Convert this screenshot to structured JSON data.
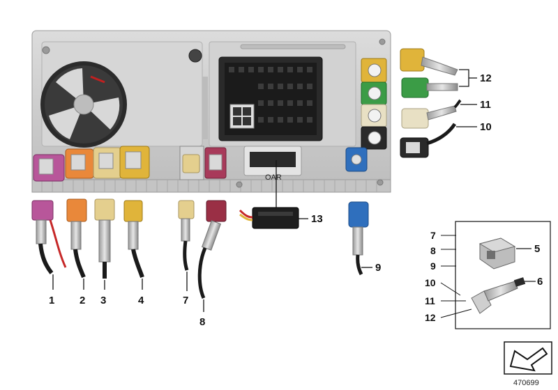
{
  "callouts": {
    "c1": "1",
    "c2": "2",
    "c3": "3",
    "c4": "4",
    "c5": "5",
    "c6": "6",
    "c7": "7",
    "c8": "8",
    "c9": "9",
    "c10": "10",
    "c11": "11",
    "c12": "12",
    "c13": "13"
  },
  "inset": {
    "labels": [
      "7",
      "8",
      "9",
      "10",
      "11",
      "12"
    ],
    "part_5": "5",
    "part_6": "6"
  },
  "diagram_code": "470699",
  "colors": {
    "violet": "#b8569a",
    "orange": "#e9883a",
    "beige": "#e4cf8e",
    "yellow": "#e0b43a",
    "green": "#3b9c46",
    "cream": "#e8e0c4",
    "black": "#2a2a2a",
    "blue": "#2f6fbd",
    "bordeaux": "#9a2f45",
    "housing": "#cfcfcf"
  }
}
